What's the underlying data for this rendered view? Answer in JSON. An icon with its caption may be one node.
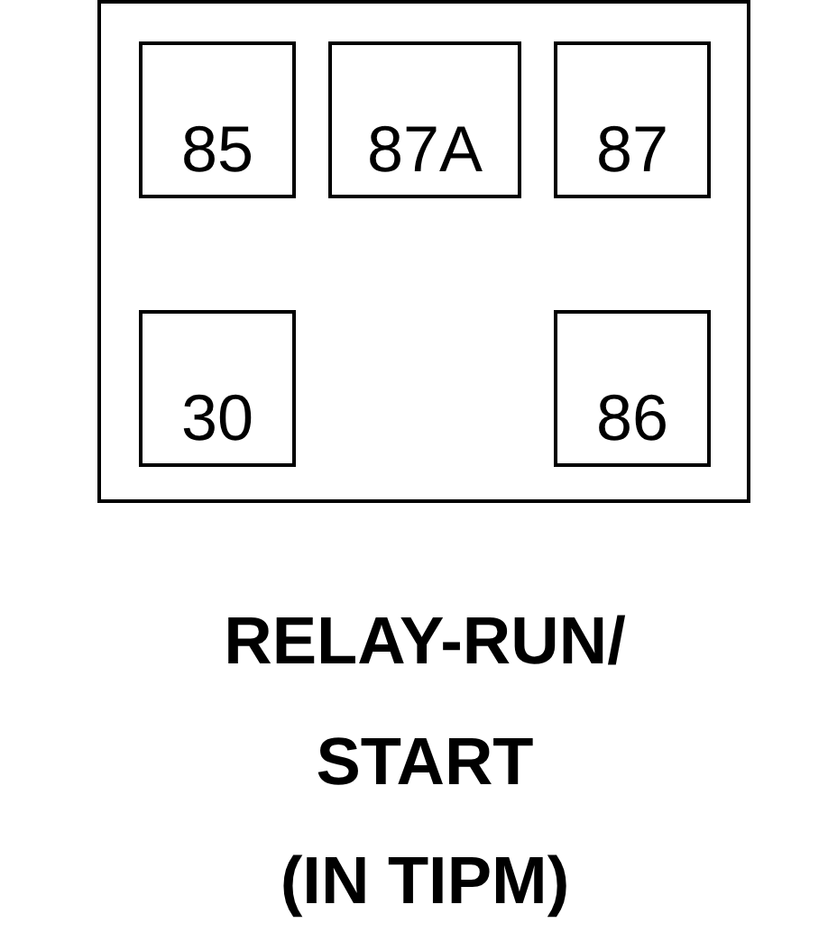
{
  "diagram": {
    "nodes": [
      {
        "text": [],
        "shape": "box"
      },
      {
        "text": [
          "85"
        ],
        "in": 0
      },
      {
        "text": [
          "87A"
        ],
        "in": 0
      },
      {
        "text": [
          "87"
        ],
        "in": 0
      },
      {
        "text": [
          "30"
        ],
        "in": 0
      },
      {
        "text": [
          "86"
        ],
        "in": 0
      }
    ],
    "labels": [
      "RELAY-RUN/ START",
      "(IN TIPM)"
    ]
  }
}
